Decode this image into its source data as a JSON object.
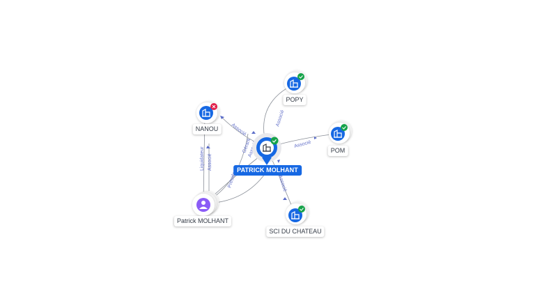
{
  "center": {
    "label": "PATRICK MOLHANT",
    "icon": "building-icon",
    "status": "verified"
  },
  "companies": [
    {
      "key": "nanou",
      "label": "NANOU",
      "icon": "building-icon",
      "status": "closed"
    },
    {
      "key": "popy",
      "label": "POPY",
      "icon": "building-icon",
      "status": "verified"
    },
    {
      "key": "pom",
      "label": "POM",
      "icon": "building-icon",
      "status": "verified"
    },
    {
      "key": "sci",
      "label": "SCI DU CHATEAU",
      "icon": "building-icon",
      "status": "verified"
    }
  ],
  "person": {
    "label": "Patrick MOLHANT",
    "icon": "person-icon"
  },
  "edges": [
    {
      "from": "center",
      "to": "nanou",
      "label": "Associé"
    },
    {
      "from": "center",
      "to": "popy",
      "label": "Associé"
    },
    {
      "from": "center",
      "to": "pom",
      "label": "Associé"
    },
    {
      "from": "center",
      "to": "sci",
      "label": "Associé"
    },
    {
      "from": "person",
      "to": "nanou",
      "label": "Liquidateur"
    },
    {
      "from": "person",
      "to": "nanou",
      "label": "Associé"
    },
    {
      "from": "person",
      "to": "center",
      "label": "Président"
    },
    {
      "from": "person",
      "to": "center",
      "label": "Gérant"
    },
    {
      "from": "person",
      "to": "center",
      "label": "Associé"
    }
  ],
  "colors": {
    "company_icon": "#1668e3",
    "person_icon": "#8b5cf6",
    "verified_badge": "#16a34a",
    "closed_badge": "#e11d48",
    "edge_label": "#6471c9"
  }
}
